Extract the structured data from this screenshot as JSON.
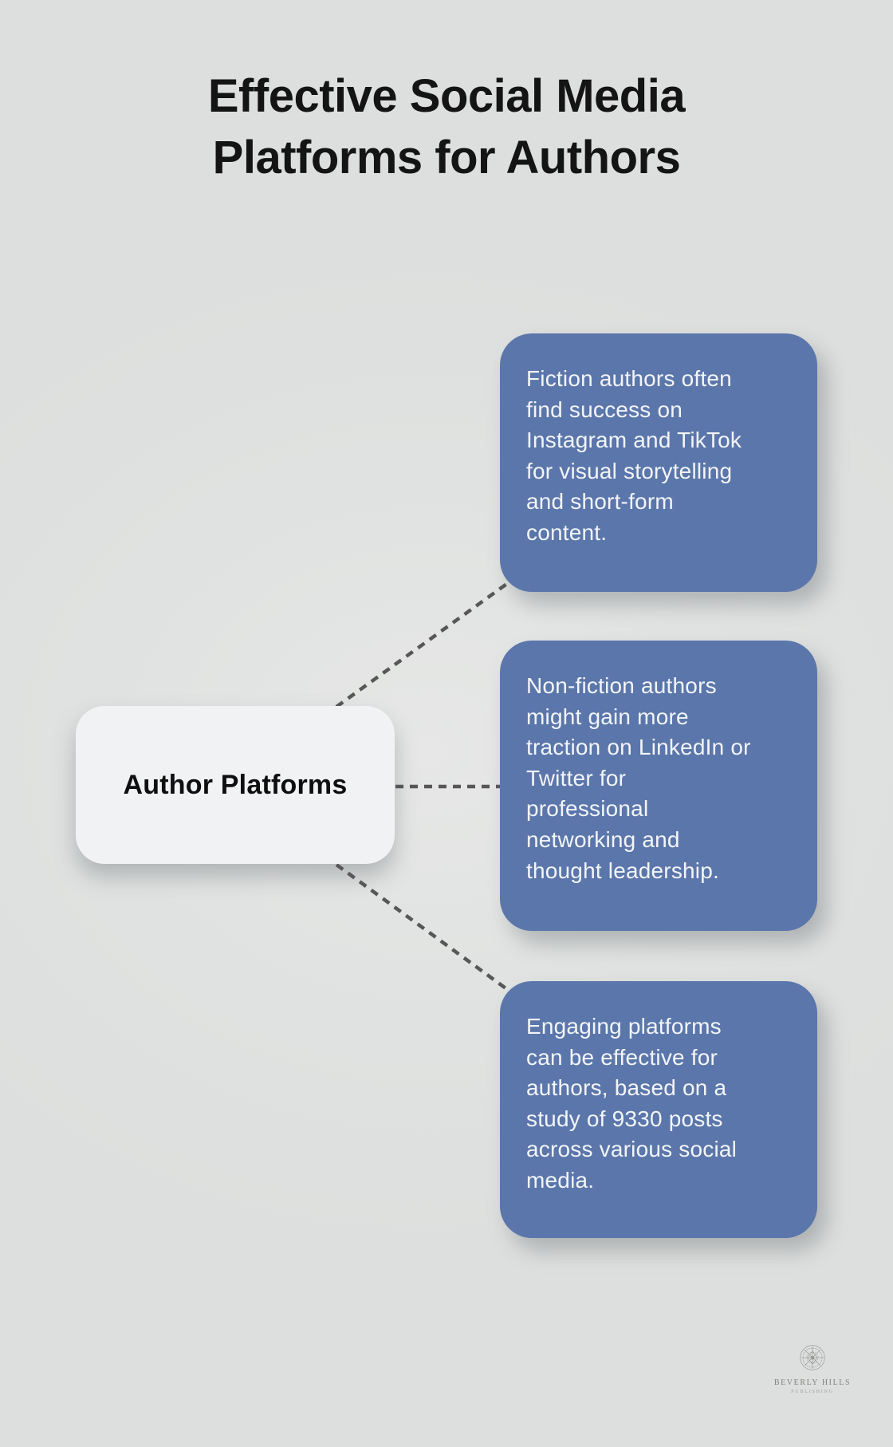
{
  "title": {
    "line1": "Effective Social Media",
    "line2": "Platforms for Authors"
  },
  "center_node": {
    "label": "Author Platforms"
  },
  "cards": [
    {
      "text": "Fiction authors often find success on Instagram and TikTok for visual storytelling and short-form content.",
      "lines": [
        "Fiction authors often",
        "find success on",
        "Instagram and TikTok",
        "for visual storytelling",
        "and short-form",
        "content."
      ]
    },
    {
      "text": "Non-fiction authors might gain more traction on LinkedIn or Twitter for professional networking and thought leadership.",
      "lines": [
        "Non-fiction authors",
        "might gain more",
        "traction on LinkedIn or",
        "Twitter for",
        "professional",
        "networking and",
        "thought leadership."
      ]
    },
    {
      "text": "Engaging platforms can be effective for authors, based on a study of 9330 posts across various social media.",
      "lines": [
        "Engaging platforms",
        "can be effective for",
        "authors, based on a",
        "study of 9330 posts",
        "across various social",
        "media."
      ]
    }
  ],
  "logo": {
    "name": "BEVERLY HILLS",
    "subtitle": "PUBLISHING"
  },
  "colors": {
    "background": "#dfe1e0",
    "card_blue": "#5b76aa",
    "card_text": "#f2f5f9",
    "node_bg": "#f1f2f4",
    "title_text": "#141414",
    "connector": "#575757",
    "logo_gray": "#878a88"
  }
}
